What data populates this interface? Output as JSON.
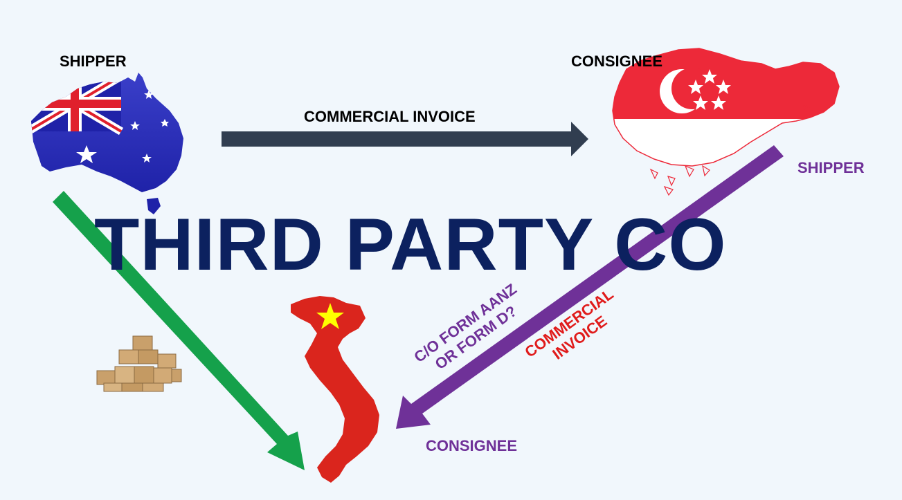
{
  "diagram": {
    "title": "THIRD PARTY CO",
    "australia": {
      "role": "SHIPPER",
      "icon": "australia-flag-map-icon"
    },
    "singapore": {
      "role": "CONSIGNEE",
      "role_2": "SHIPPER",
      "icon": "singapore-flag-map-icon"
    },
    "vietnam": {
      "role": "CONSIGNEE",
      "icon": "vietnam-flag-map-icon"
    },
    "top_arrow_label": "COMMERCIAL INVOICE",
    "diagonal_label_co_line1": "C/O FORM AANZ",
    "diagonal_label_co_line2": "OR FORM D?",
    "diagonal_label_ci_line1": "COMMERCIAL",
    "diagonal_label_ci_line2": "INVOICE",
    "cargo_icon": "cardboard-boxes-icon"
  },
  "colors": {
    "background": "#f1f7fc",
    "title": "#0c215f",
    "arrow_dark": "#313e50",
    "arrow_green": "#15a14b",
    "arrow_purple": "#6f3198",
    "red_text": "#e01b1b"
  }
}
